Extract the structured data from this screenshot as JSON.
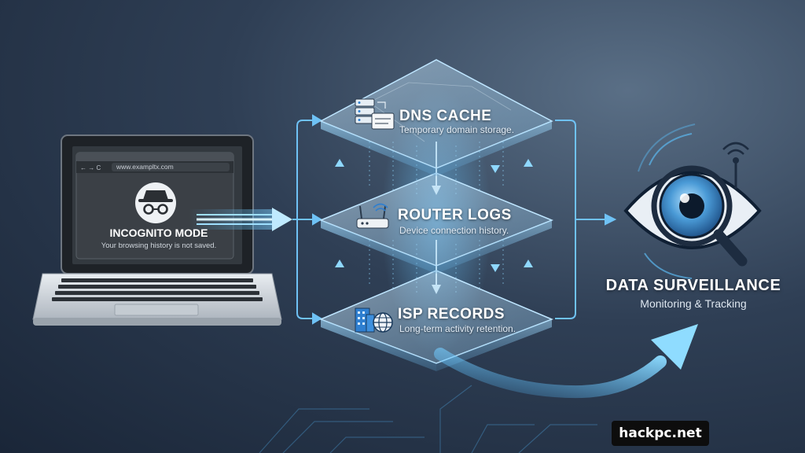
{
  "laptop": {
    "url": "www.exampltx.com",
    "title": "INCOGNITO MODE",
    "subtitle": "Your browsing history is not saved."
  },
  "layers": [
    {
      "title": "DNS CACHE",
      "description": "Temporary domain storage.",
      "icon": "server-icon"
    },
    {
      "title": "ROUTER LOGS",
      "description": "Device connection history.",
      "icon": "router-icon"
    },
    {
      "title": "ISP RECORDS",
      "description": "Long-term activity retention.",
      "icon": "building-globe-icon"
    }
  ],
  "surveillance": {
    "title": "DATA SURVEILLANCE",
    "subtitle": "Monitoring & Tracking",
    "icon": "eye-magnifier-icon"
  },
  "brand": "hackpc.net",
  "colors": {
    "accent": "#4fb8ff",
    "glow": "#7fd3ff",
    "background": "#2f3f55"
  }
}
